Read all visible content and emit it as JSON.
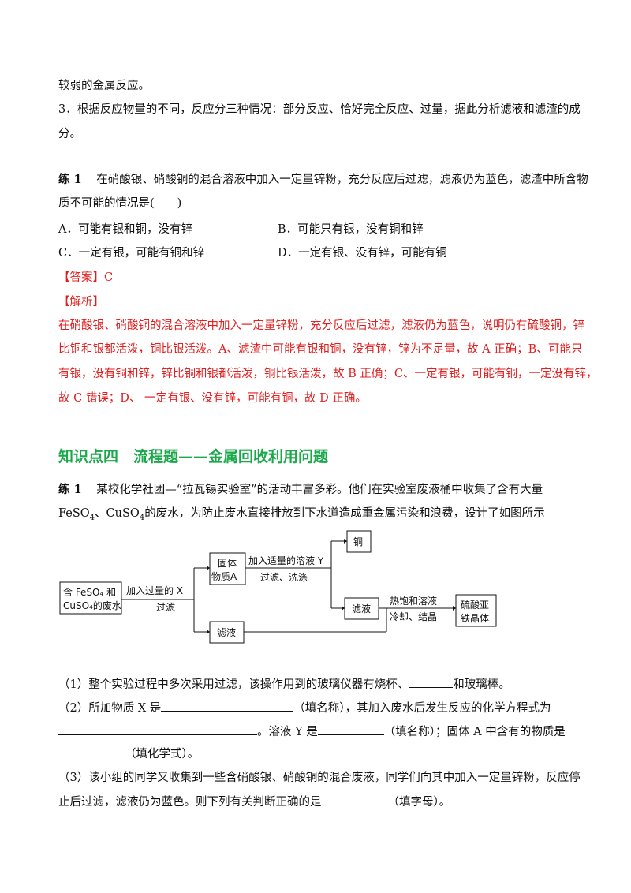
{
  "top": {
    "line1": "较弱的金属反应。",
    "line2": "3．根据反应物量的不同，反应分三种情况：部分反应、恰好完全反应、过量，据此分析滤液和滤渣的成",
    "line3": "分。"
  },
  "q1": {
    "label": "练 1",
    "stem1": "在硝酸银、硝酸铜的混合溶液中加入一定量锌粉，充分反应后过滤，滤液仍为蓝色，滤渣中所含物",
    "stem2": "质不可能的情况是(　　)",
    "optA": "A．可能有银和铜，没有锌",
    "optB": "B．可能只有银，没有铜和锌",
    "optC": "C．一定有银，可能有铜和锌",
    "optD": "D．一定有银、没有锌，可能有铜",
    "answer": "【答案】C",
    "analysis_title": "【解析】",
    "analysis": [
      "在硝酸银、硝酸铜的混合溶液中加入一定量锌粉，充分反应后过滤，滤液仍为蓝色，说明仍有硫酸铜，锌",
      "比铜和银都活泼，铜比银活泼。A、滤渣中可能有银和铜，没有锌，锌为不足量，故 A 正确；B、可能只",
      "有银，没有铜和锌，锌比铜和银都活泼，铜比银活泼，故 B 正确；C、一定有银，可能有铜，一定没有锌，",
      "故 C 错误；D、  一定有银、没有锌，可能有铜，故 D 正确。"
    ]
  },
  "section_heading": "知识点四　流程题——金属回收利用问题",
  "q2": {
    "label": "练 1",
    "stem1": "某校化学社团—“拉瓦锡实验室”的活动丰富多彩。他们在实验室废液桶中收集了含有大量",
    "stem2_a": "FeSO",
    "stem2_sub1": "4",
    "stem2_b": "、CuSO",
    "stem2_sub2": "4",
    "stem2_c": "的废水，为防止废水直接排放到下水道造成重金属污染和浪费，设计了如图所示",
    "flow": {
      "start_line1": "含 FeSO₄ 和",
      "start_line2": "CuSO₄的废水",
      "step1_top": "加入过量的 X",
      "step1_bottom": "过滤",
      "solidA_line1": "固体",
      "solidA_line2": "物质A",
      "step2_top": "加入适量的溶液 Y",
      "step2_bottom": "过滤、洗涤",
      "copper": "铜",
      "filtrate_upper": "滤液",
      "filtrate_lower": "滤液",
      "step3_top": "热饱和溶液",
      "step3_bottom": "冷却、结晶",
      "product_line1": "硫酸亚",
      "product_line2": "铁晶体"
    },
    "p1_a": "（1）整个实验过程中多次采用过滤，该操作用到的玻璃仪器有烧杯、",
    "p1_b": "和玻璃棒。",
    "p2_a": "（2）所加物质 X 是",
    "p2_b": "（填名称），其加入废水后发生反应的化学方程式为",
    "p2_c": "。溶液 Y 是",
    "p2_d": "（填名称）；固体 A 中含有的物质是",
    "p2_e": "（填化学式）。",
    "p3_line1": "（3）该小组的同学又收集到一些含硝酸银、硝酸铜的混合废液，同学们向其中加入一定量锌粉，反应停",
    "p3_a": "止后过滤，滤液仍为蓝色。则下列有关判断正确的是",
    "p3_b": "（填字母）。"
  }
}
